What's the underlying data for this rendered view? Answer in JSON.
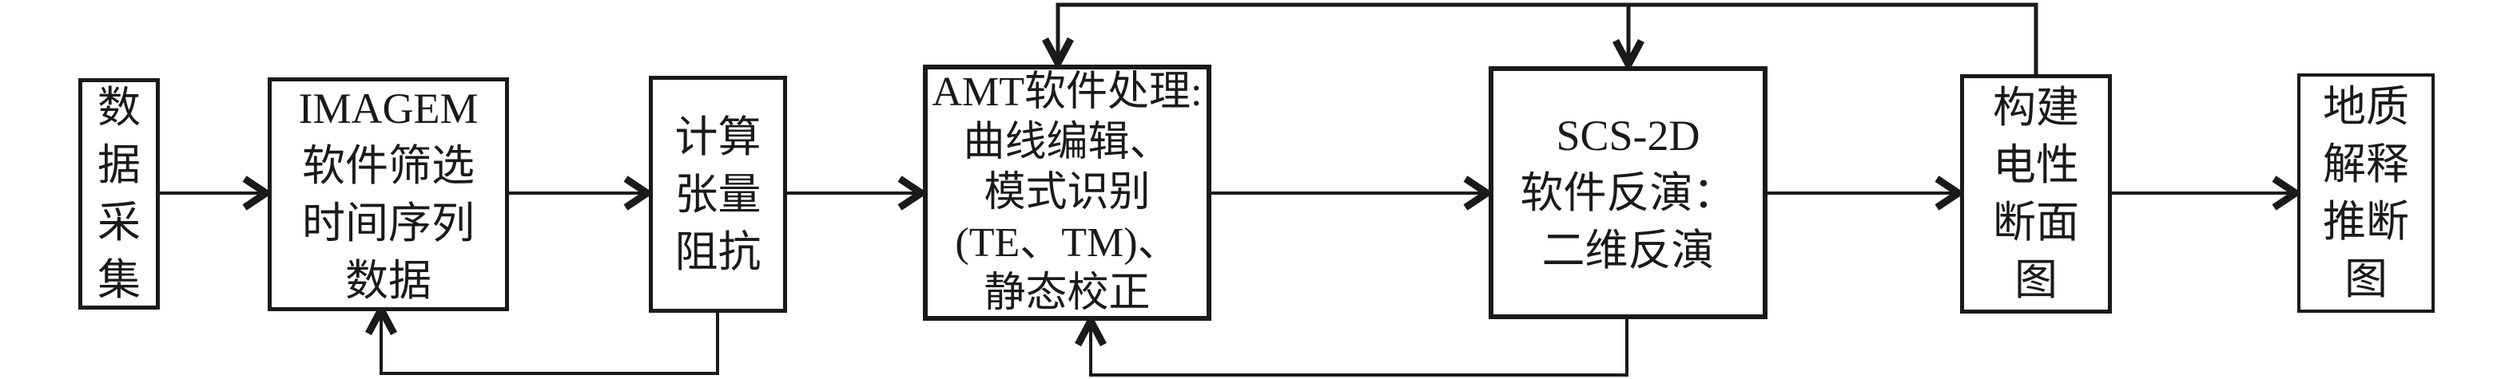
{
  "colors": {
    "ink": "#1a1a1a",
    "background": "#ffffff"
  },
  "boxes": [
    {
      "name": "data-acquisition",
      "text": "数\n据\n采\n集"
    },
    {
      "name": "imagem-filter",
      "text": "IMAGEM\n软件筛选\n时间序列\n数据"
    },
    {
      "name": "tensor-impedance",
      "text": "计算\n张量\n阻抗"
    },
    {
      "name": "amt-processing",
      "text": "AMT软件处理:\n曲线编辑、\n模式识别\n(TE、TM)、\n静态校正"
    },
    {
      "name": "scs2d-inversion",
      "text": "SCS-2D\n软件反演：\n二维反演"
    },
    {
      "name": "electrical-section",
      "text": "构建\n电性\n断面\n图"
    },
    {
      "name": "geological-interpretation",
      "text": "地质\n解释\n推断\n图"
    }
  ],
  "connections": [
    {
      "from": "data-acquisition",
      "to": "imagem-filter",
      "type": "forward"
    },
    {
      "from": "imagem-filter",
      "to": "tensor-impedance",
      "type": "forward"
    },
    {
      "from": "tensor-impedance",
      "to": "amt-processing",
      "type": "forward"
    },
    {
      "from": "amt-processing",
      "to": "scs2d-inversion",
      "type": "forward"
    },
    {
      "from": "scs2d-inversion",
      "to": "electrical-section",
      "type": "forward"
    },
    {
      "from": "electrical-section",
      "to": "geological-interpretation",
      "type": "forward"
    },
    {
      "from": "tensor-impedance",
      "to": "imagem-filter",
      "type": "feedback"
    },
    {
      "from": "scs2d-inversion",
      "to": "amt-processing",
      "type": "feedback"
    },
    {
      "from": "electrical-section",
      "to": "amt-processing",
      "type": "feedback"
    },
    {
      "from": "electrical-section",
      "to": "scs2d-inversion",
      "type": "feedback"
    }
  ]
}
